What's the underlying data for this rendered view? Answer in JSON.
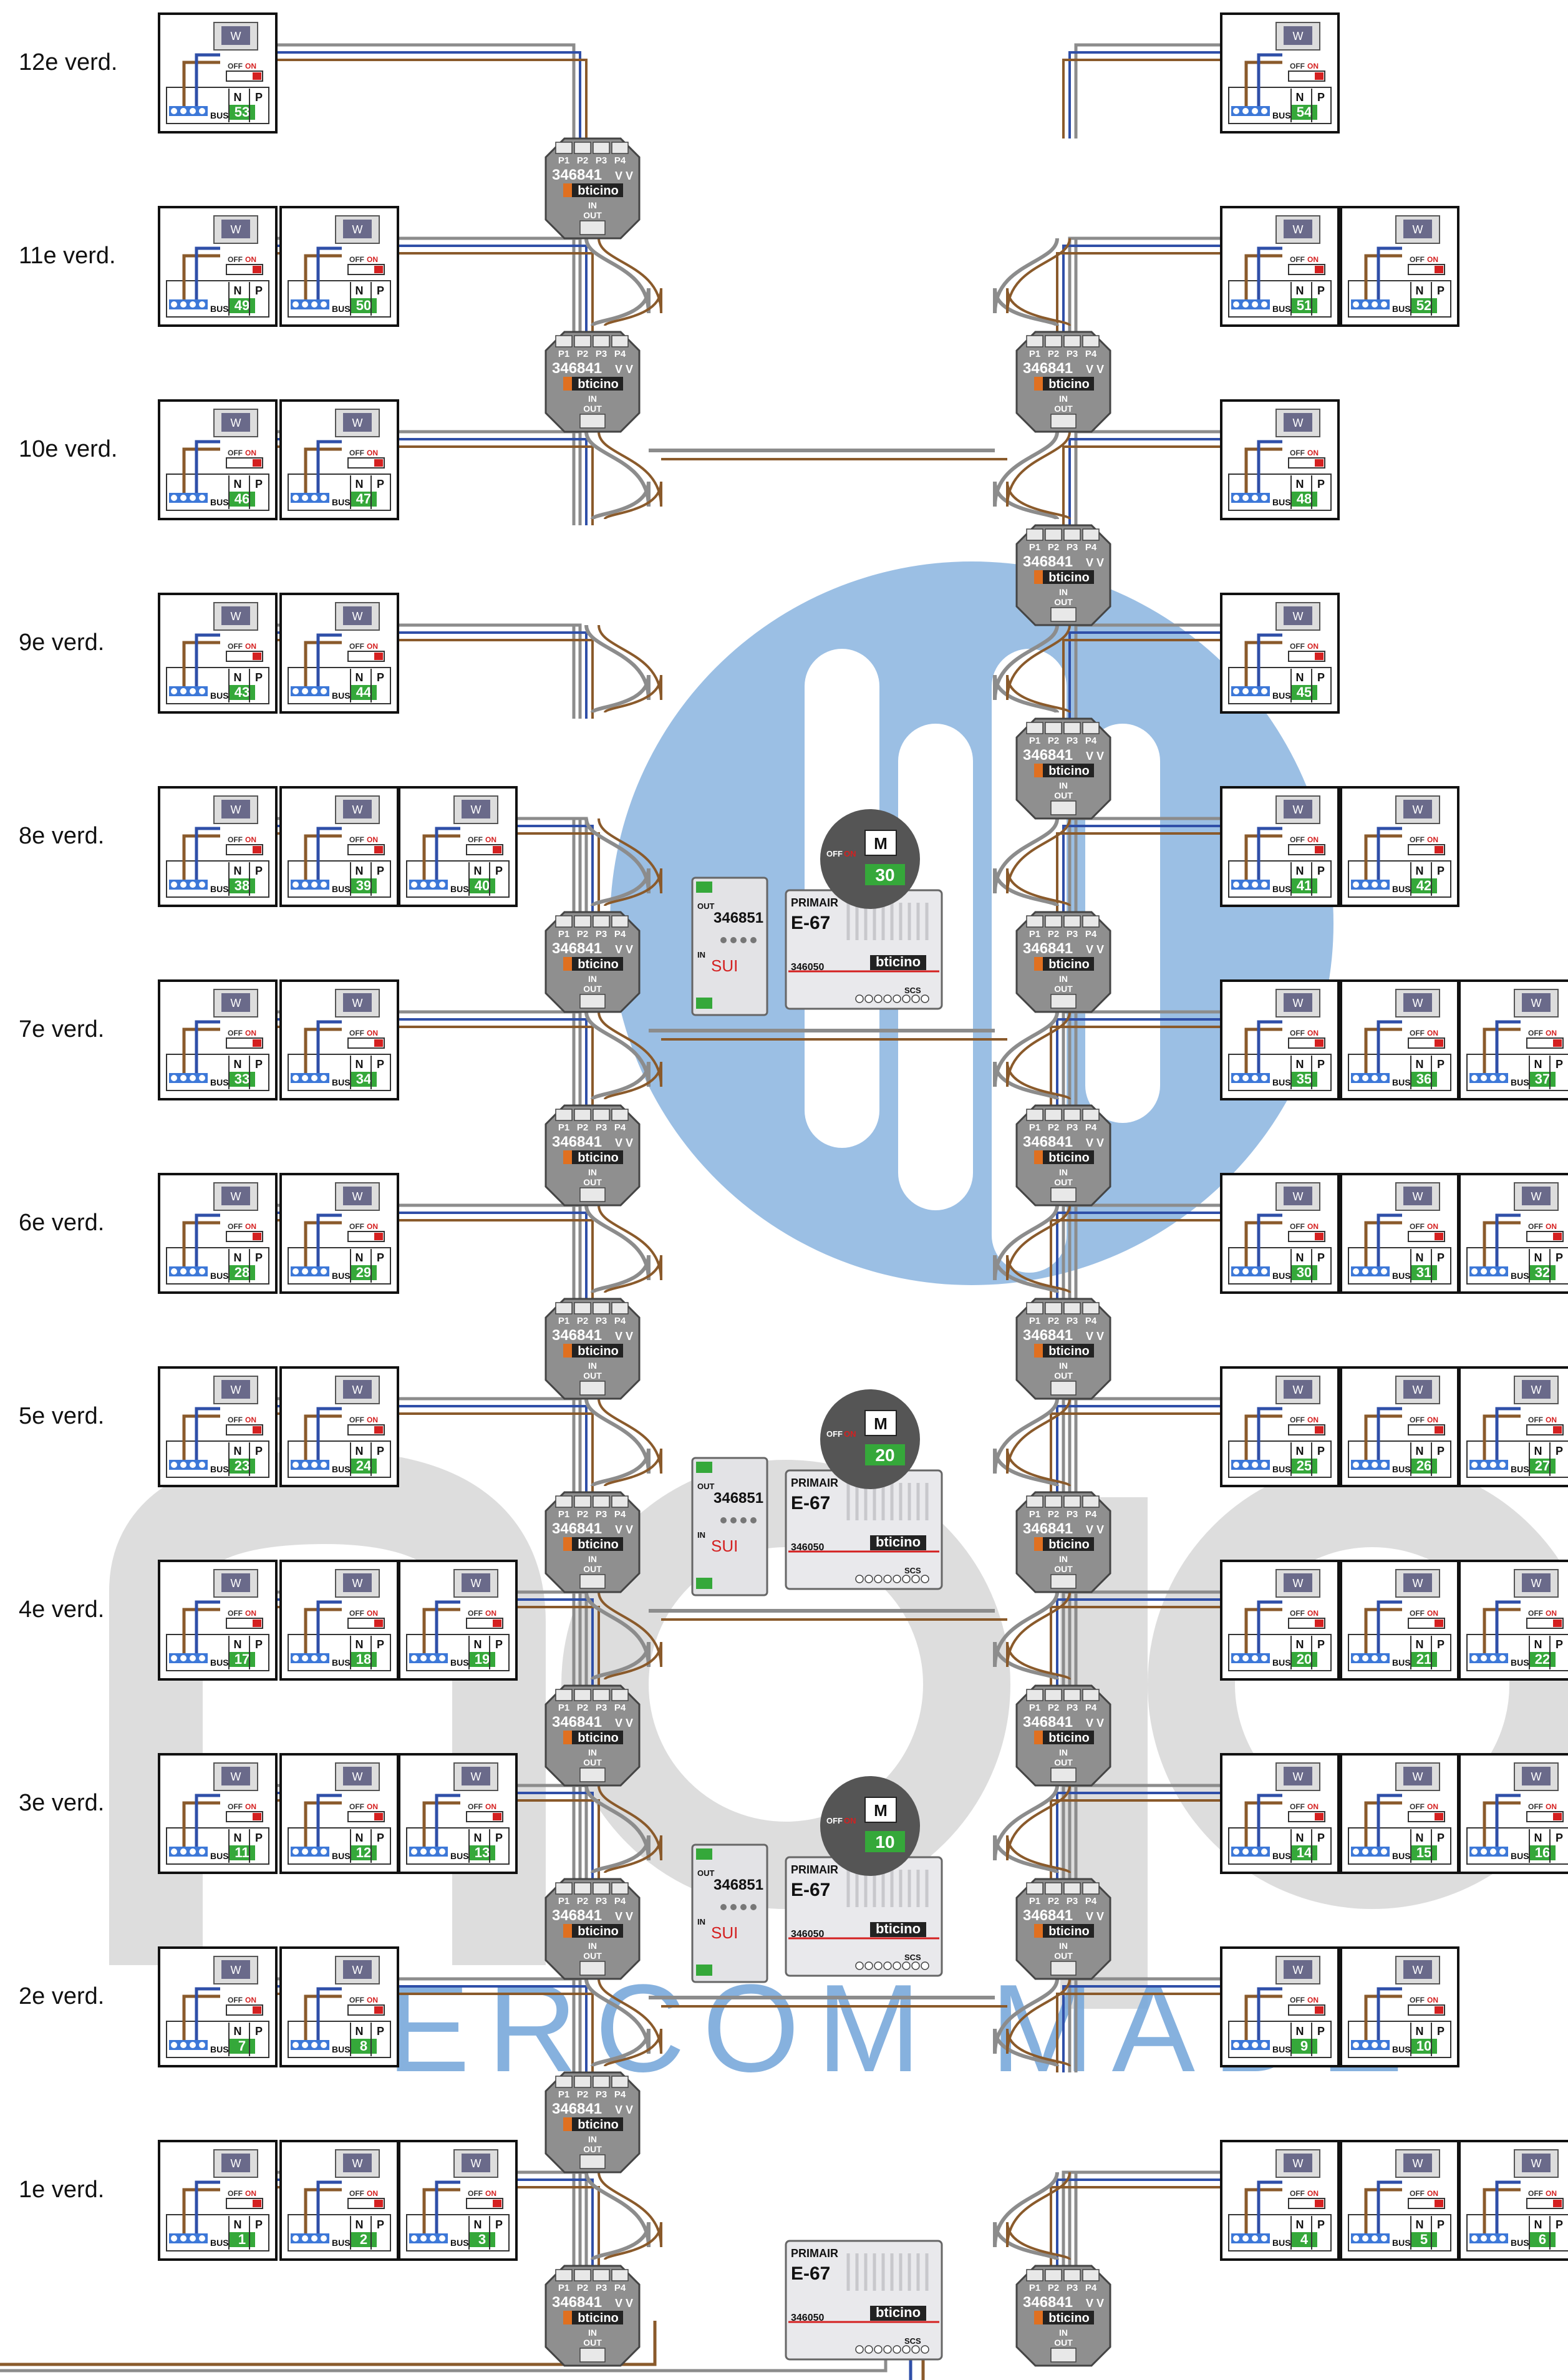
{
  "floors": [
    {
      "label": "12e verd.",
      "left": [
        "53"
      ],
      "right": [
        "54"
      ]
    },
    {
      "label": "11e verd.",
      "left": [
        "49",
        "50"
      ],
      "right": [
        "51",
        "52"
      ]
    },
    {
      "label": "10e verd.",
      "left": [
        "46",
        "47"
      ],
      "right": [
        "48"
      ]
    },
    {
      "label": "9e verd.",
      "left": [
        "43",
        "44"
      ],
      "right": [
        "45"
      ]
    },
    {
      "label": "8e verd.",
      "left": [
        "38",
        "39",
        "40"
      ],
      "right": [
        "41",
        "42"
      ]
    },
    {
      "label": "7e verd.",
      "left": [
        "33",
        "34"
      ],
      "right": [
        "35",
        "36",
        "37"
      ]
    },
    {
      "label": "6e verd.",
      "left": [
        "28",
        "29"
      ],
      "right": [
        "30",
        "31",
        "32"
      ]
    },
    {
      "label": "5e verd.",
      "left": [
        "23",
        "24"
      ],
      "right": [
        "25",
        "26",
        "27"
      ]
    },
    {
      "label": "4e verd.",
      "left": [
        "17",
        "18",
        "19"
      ],
      "right": [
        "20",
        "21",
        "22"
      ]
    },
    {
      "label": "3e verd.",
      "left": [
        "11",
        "12",
        "13"
      ],
      "right": [
        "14",
        "15",
        "16"
      ]
    },
    {
      "label": "2e verd.",
      "left": [
        "7",
        "8"
      ],
      "right": [
        "9",
        "10"
      ]
    },
    {
      "label": "1e verd.",
      "left": [
        "1",
        "2",
        "3"
      ],
      "right": [
        "4",
        "5",
        "6"
      ]
    }
  ],
  "unit": {
    "screen": "W",
    "switch_off": "OFF",
    "switch_on": "ON",
    "bus": "BUS",
    "n": "N",
    "p": "P"
  },
  "distributor": {
    "code": "346841",
    "ports": [
      "P1",
      "P2",
      "P3",
      "P4"
    ],
    "vv": "V V",
    "brand": "bticino",
    "in": "IN",
    "out": "OUT"
  },
  "amplifier": {
    "title": "E-67",
    "primary": "PRIMAIR",
    "code": "346050",
    "brand": "bticino",
    "terminals": "SCS"
  },
  "interface": {
    "code": "346851",
    "tag": "SUI",
    "out": "OUT",
    "in": "IN"
  },
  "configurators": [
    {
      "floor": "8e verd.",
      "value": "30"
    },
    {
      "floor": "5e verd.",
      "value": "20"
    },
    {
      "floor": "3e verd.",
      "value": "10"
    }
  ],
  "config_knob": {
    "m": "M",
    "off": "OFF",
    "on": "ON"
  },
  "watermark": {
    "logo_color": "#7aa9db",
    "text_color": "#cfcfcf",
    "text": "ERCOM MADE"
  },
  "colors": {
    "blue_wire": "#2f4fa8",
    "brown_wire": "#8a5a2b",
    "grey_wire": "#8c8c8c",
    "module_grey": "#8f8f8f",
    "unit_green": "#35a83a",
    "red": "#d42020"
  }
}
